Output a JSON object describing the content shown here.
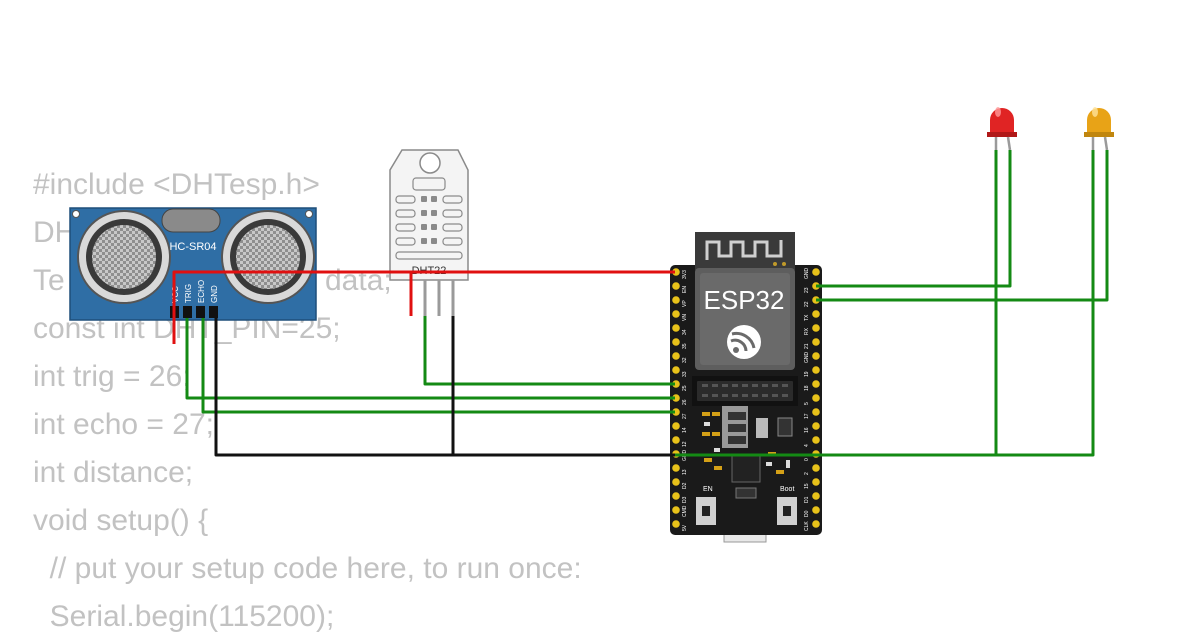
{
  "code_lines": [
    "#include <DHTesp.h>",
    "DH",
    "Te",
    "const int DHT_PIN=25;",
    "int trig = 26;",
    "int echo = 27;",
    "int distance;",
    "void setup() {",
    "  // put your setup code here, to run once:",
    "  Serial.begin(115200);"
  ],
  "code_fragment_data": "data;",
  "ultrasonic": {
    "label": "HC-SR04",
    "pins": [
      "VCC",
      "TRIG",
      "ECHO",
      "GND"
    ]
  },
  "dht": {
    "label": "DHT22"
  },
  "esp32": {
    "label": "ESP32",
    "left_pins": [
      "3V3",
      "EN",
      "VP",
      "VN",
      "34",
      "35",
      "32",
      "33",
      "25",
      "26",
      "27",
      "14",
      "12",
      "GND",
      "13",
      "D2",
      "D3",
      "CMD",
      "5V"
    ],
    "right_pins": [
      "GND",
      "23",
      "22",
      "TX",
      "RX",
      "21",
      "GND",
      "19",
      "18",
      "5",
      "17",
      "16",
      "4",
      "0",
      "2",
      "15",
      "D1",
      "D0",
      "CLK"
    ],
    "en_label": "EN",
    "boot_label": "Boot"
  },
  "leds": [
    {
      "name": "red-led",
      "color": "#e02424"
    },
    {
      "name": "yellow-led",
      "color": "#e8a317"
    }
  ],
  "wire_colors": {
    "power": "#e01010",
    "signal": "#148a14",
    "ground": "#111111"
  }
}
